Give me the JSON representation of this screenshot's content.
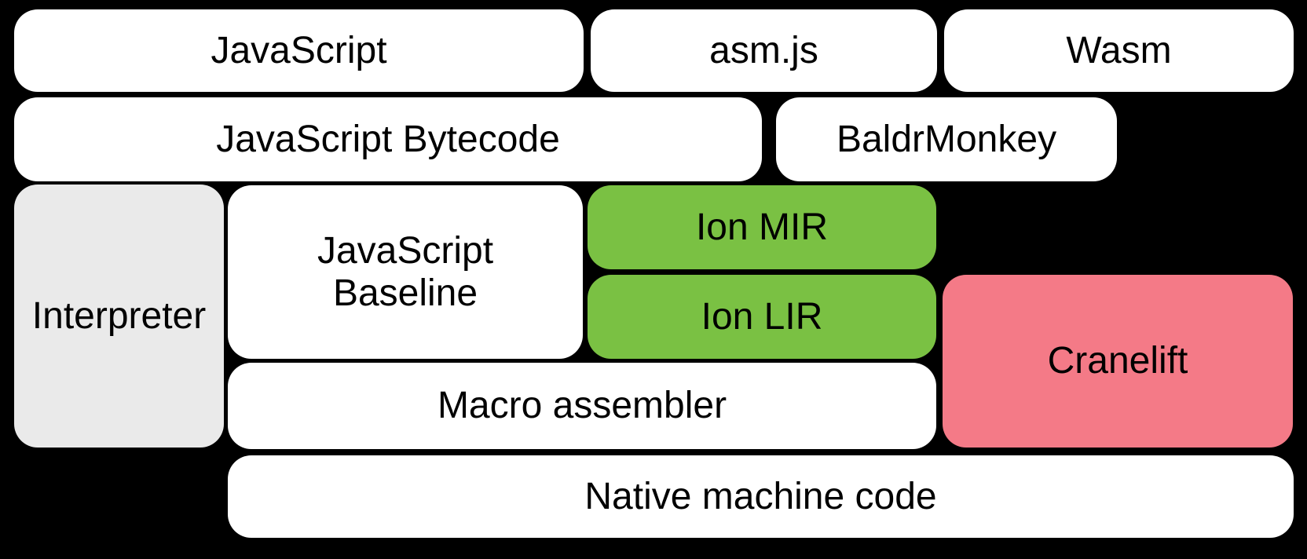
{
  "diagram": {
    "background": "#000000",
    "text_color": "#000000",
    "colors": {
      "white": "#ffffff",
      "gray": "#eaeaea",
      "green": "#7ac143",
      "pink": "#f47a87"
    },
    "nodes": {
      "javascript": {
        "label": "JavaScript"
      },
      "asmjs": {
        "label": "asm.js"
      },
      "wasm": {
        "label": "Wasm"
      },
      "bytecode": {
        "label": "JavaScript Bytecode"
      },
      "baldrmonkey": {
        "label": "BaldrMonkey"
      },
      "interpreter": {
        "label": "Interpreter"
      },
      "baseline": {
        "label": "JavaScript\nBaseline"
      },
      "ion_mir": {
        "label": "Ion MIR"
      },
      "ion_lir": {
        "label": "Ion LIR"
      },
      "cranelift": {
        "label": "Cranelift"
      },
      "macro_assembler": {
        "label": "Macro assembler"
      },
      "native_machine_code": {
        "label": "Native machine code"
      }
    }
  }
}
